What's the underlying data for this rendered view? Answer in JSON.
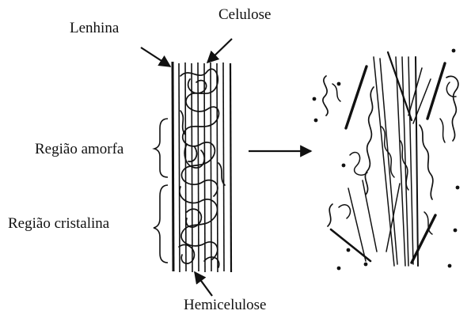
{
  "labels": {
    "lignin": "Lenhina",
    "cellulose": "Celulose",
    "amorphous": "Região amorfa",
    "crystalline": "Região cristalina",
    "hemicellulose": "Hemicelulose"
  },
  "colors": {
    "ink": "#111111",
    "background": "#ffffff"
  }
}
